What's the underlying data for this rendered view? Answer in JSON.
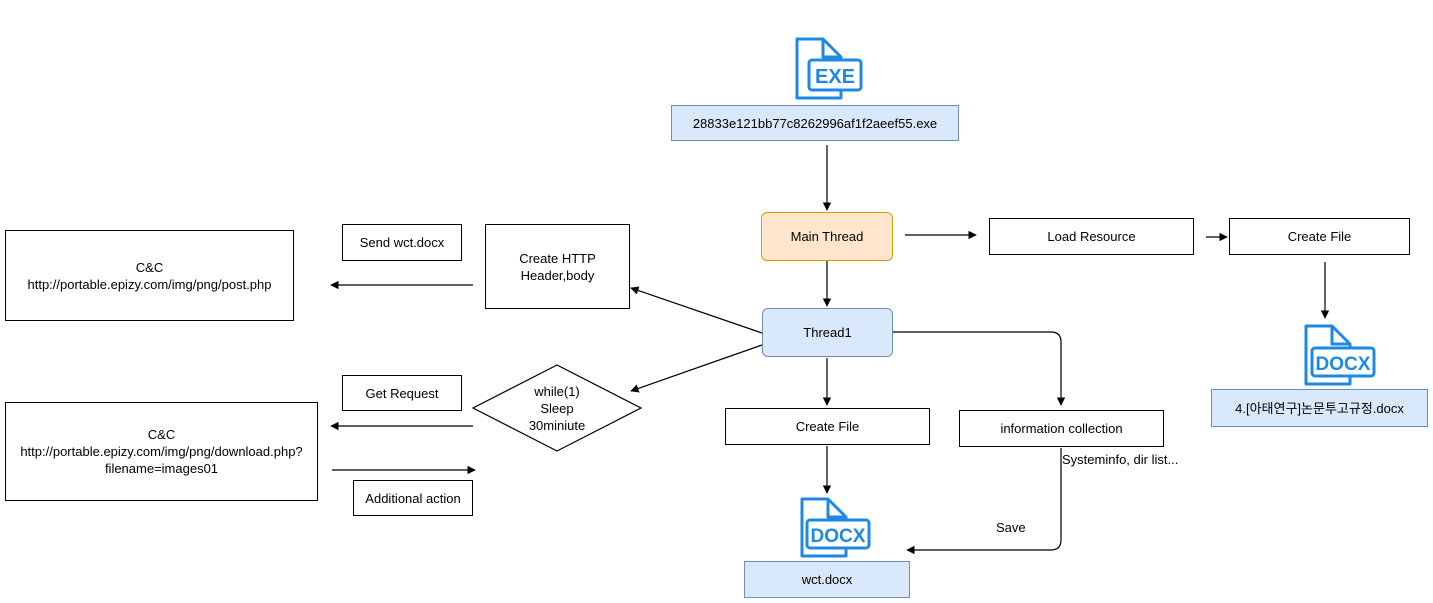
{
  "nodes": {
    "exe_name": "28833e121bb77c8262996af1f2aeef55.exe",
    "main_thread": "Main Thread",
    "load_resource": "Load Resource",
    "create_file_top": "Create File",
    "docx_name_right": "4.[아태연구]논문투고규정.docx",
    "thread1": "Thread1",
    "create_http": "Create HTTP\nHeader,body",
    "send_wct": "Send wct.docx",
    "cnc_post": "C&C\nhttp://portable.epizy.com/img/png/post.php",
    "while_loop": "while(1)\nSleep\n30miniute",
    "get_request": "Get Request",
    "cnc_download": "C&C\nhttp://portable.epizy.com/img/png/download.php?\nfilename=images01",
    "additional_action": "Additional action",
    "create_file_mid": "Create File",
    "info_collection": "information collection",
    "wct_docx": "wct.docx"
  },
  "edge_labels": {
    "systeminfo": "Systeminfo, dir list...",
    "save": "Save"
  },
  "icons": {
    "exe": "EXE",
    "docx": "DOCX"
  },
  "colors": {
    "icon_blue": "#1e88e5",
    "label_fill": "#dae8fc",
    "label_stroke": "#6c8ebf",
    "main_thread_fill": "#ffe6cc",
    "main_thread_stroke": "#d79b00"
  }
}
